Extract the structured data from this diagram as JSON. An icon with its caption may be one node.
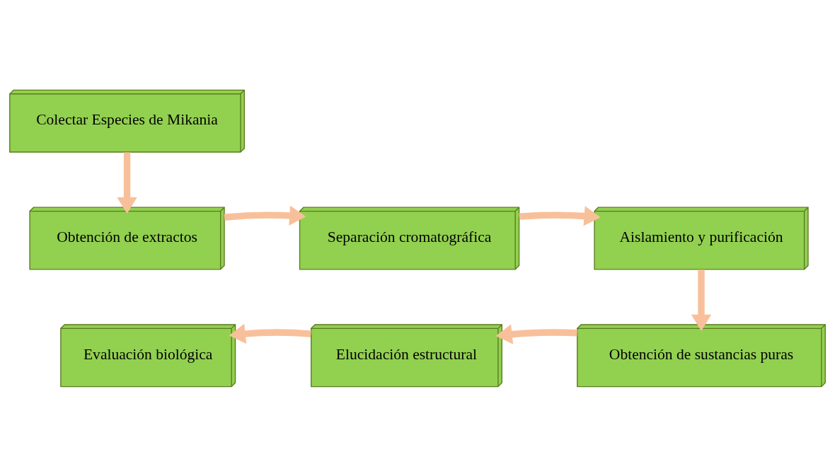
{
  "diagram": {
    "nodes": [
      {
        "text": [
          "Colectar Especies de Mikania"
        ]
      },
      {
        "text": [
          "Obtención de extractos"
        ]
      },
      {
        "text": [
          "Separación cromatográfica"
        ]
      },
      {
        "text": [
          "Aislamiento y purificación"
        ]
      },
      {
        "text": [
          "Evaluación biológica"
        ]
      },
      {
        "text": [
          "Elucidación estructural"
        ]
      },
      {
        "text": [
          "Obtención de sustancias puras"
        ]
      }
    ],
    "edges": [
      {
        "from": 0,
        "to": 1,
        "arrow": "to"
      },
      {
        "from": 1,
        "to": 2,
        "arrow": "to"
      },
      {
        "from": 2,
        "to": 3,
        "arrow": "to"
      },
      {
        "from": 3,
        "to": 6,
        "arrow": "to"
      },
      {
        "from": 6,
        "to": 5,
        "arrow": "to"
      },
      {
        "from": 5,
        "to": 4,
        "arrow": "to"
      }
    ]
  }
}
